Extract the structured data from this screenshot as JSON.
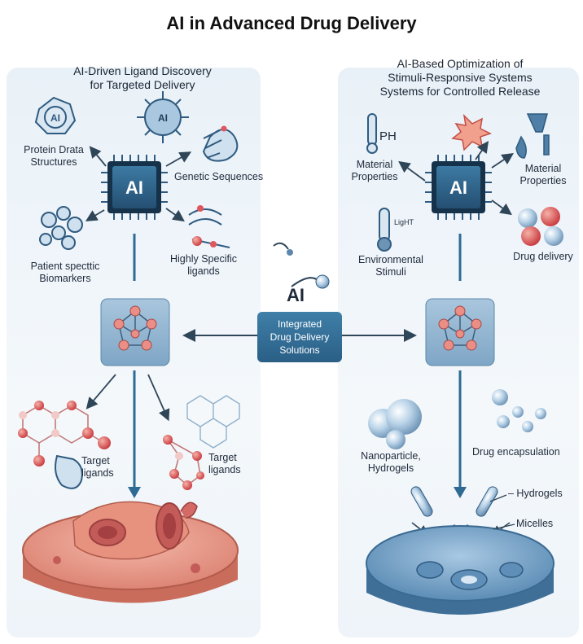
{
  "title": "AI in Advanced Drug Delivery",
  "left": {
    "heading_line1": "AI-Driven Ligand Discovery",
    "heading_line2": "for Targeted Delivery",
    "chip_label": "AI",
    "icon_top_left_label": "AI",
    "icon_top_mid_label": "AI",
    "labels": {
      "protein_line1": "Protein Drata",
      "protein_line2": "Structures",
      "genetic": "Genetic Sequences",
      "patient_line1": "Patient specttic",
      "patient_line2": "Biomarkers",
      "ligands_line1": "Highly Specific",
      "ligands_line2": "ligands",
      "target1_line1": "Target",
      "target1_line2": "ligands",
      "target2_line1": "Target",
      "target2_line2": "ligands"
    }
  },
  "right": {
    "heading_line1": "AI-Based Optimization of",
    "heading_line2": "Stimuli-Responsive Systems",
    "heading_line3": "Systems for Controlled Release",
    "chip_label": "AI",
    "labels": {
      "ph": "PH",
      "material1_line1": "Material",
      "material1_line2": "Properties",
      "material2_line1": "Material",
      "material2_line2": "Properties",
      "light": "LigHT",
      "environmental_line1": "Environmental",
      "environmental_line2": "Stimuli",
      "drug_delivery": "Drug delivery",
      "nanoparticle_line1": "Nanoparticle,",
      "nanoparticle_line2": "Hydrogels",
      "encapsulation": "Drug encapsulation",
      "hydrogels": "– Hydrogels",
      "micelles": "Micelles"
    }
  },
  "hub": {
    "ai_label": "AI",
    "line1": "Integrated",
    "line2": "Drug Delivery",
    "line3": "Solutions"
  },
  "colors": {
    "accent_blue": "#2e6a93",
    "node_red": "#e0565b",
    "cell_pink": "#e59a8d",
    "cell_blue": "#6ea0c8"
  }
}
